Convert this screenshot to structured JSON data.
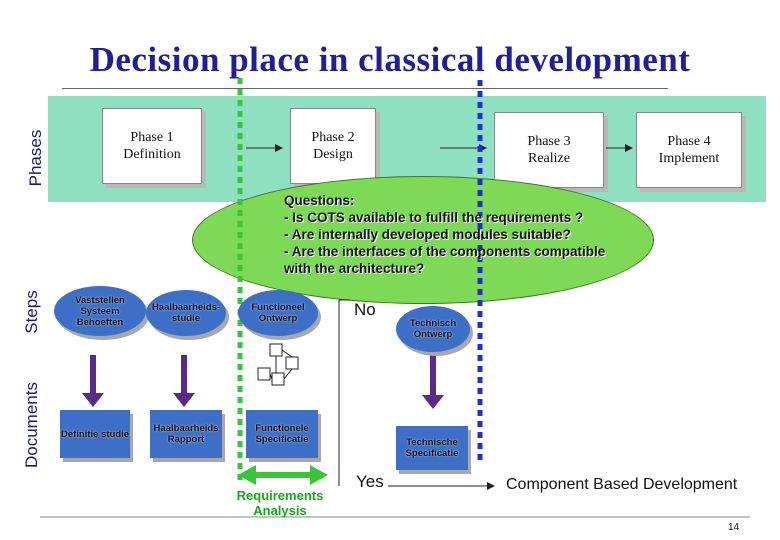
{
  "title": "Decision place in classical development",
  "row_labels": {
    "phases": "Phases",
    "steps": "Steps",
    "documents": "Documents"
  },
  "phases": [
    {
      "line1": "Phase 1",
      "line2": "Definition"
    },
    {
      "line1": "Phase 2",
      "line2": "Design"
    },
    {
      "line1": "Phase 3",
      "line2": "Realize"
    },
    {
      "line1": "Phase 4",
      "line2": "Implement"
    }
  ],
  "questions": {
    "heading": "Questions:",
    "items": [
      "- Is COTS available to fulfill the requirements ?",
      "- Are internally developed modules suitable?",
      "- Are the interfaces of the components compatible",
      "with the architecture?"
    ]
  },
  "steps": [
    {
      "line1": "Vaststellen",
      "line2": "Systeem",
      "line3": "Behoeften"
    },
    {
      "line1": "Haalbaarheids-",
      "line2": "studie"
    },
    {
      "line1": "Functioneel",
      "line2": "Ontwerp"
    },
    {
      "line1": "Technisch",
      "line2": "Ontwerp"
    }
  ],
  "documents": [
    {
      "line1": "Definitie studie"
    },
    {
      "line1": "Haalbaarheids",
      "line2": "Rapport"
    },
    {
      "line1": "Functionele",
      "line2": "Specificatie"
    },
    {
      "line1": "Technische",
      "line2": "Specificatie"
    }
  ],
  "decision": {
    "no": "No",
    "yes": "Yes"
  },
  "requirements_analysis": {
    "line1": "Requirements",
    "line2": "Analysis"
  },
  "cbd_label": "Component Based Development",
  "page_number": "14",
  "colors": {
    "title": "#1f1f9a",
    "phase_band": "#8fe0c0",
    "question_ellipse": "#7ed957",
    "step_blue": "#3d6fc7",
    "arrow_purple": "#5a2a8a",
    "green_dashed": "#39c43a",
    "blue_dashed": "#1d2fd6",
    "req_text": "#17a81c"
  }
}
